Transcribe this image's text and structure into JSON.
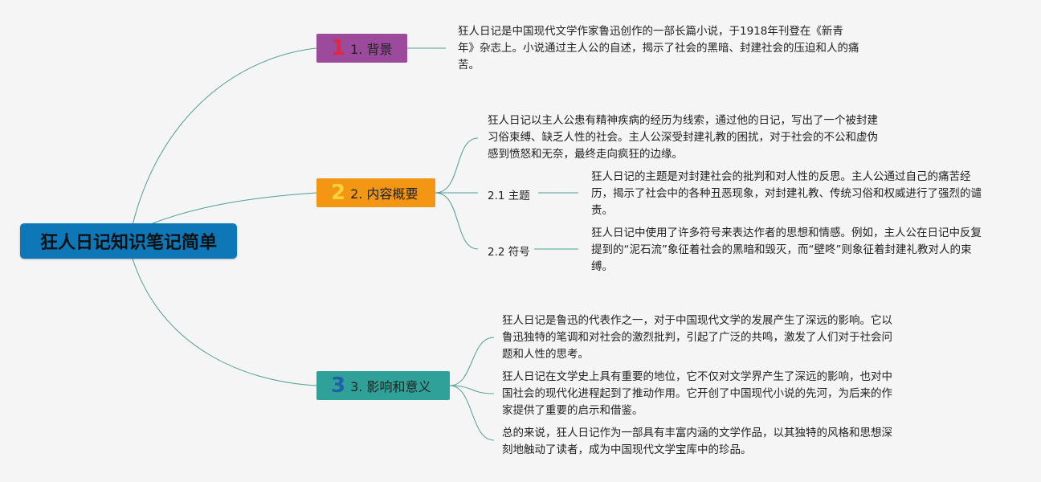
{
  "root": {
    "title": "狂人日记知识笔记简单"
  },
  "branches": [
    {
      "num": "1",
      "label": "1. 背景",
      "texts": [
        "狂人日记是中国现代文学作家鲁迅创作的一部长篇小说，于1918年刊登在《新青年》杂志上。小说通过主人公的自述，揭示了社会的黑暗、封建社会的压迫和人的痛苦。"
      ]
    },
    {
      "num": "2",
      "label": "2. 内容概要",
      "texts": [
        "狂人日记以主人公患有精神疾病的经历为线索，通过他的日记，写出了一个被封建习俗束缚、缺乏人性的社会。主人公深受封建礼教的困扰，对于社会的不公和虚伪感到愤怒和无奈，最终走向疯狂的边缘。"
      ],
      "subs": [
        {
          "label": "2.1 主题",
          "text": "狂人日记的主题是对封建社会的批判和对人性的反思。主人公通过自己的痛苦经历，揭示了社会中的各种丑恶现象，对封建礼教、传统习俗和权威进行了强烈的谴责。"
        },
        {
          "label": "2.2 符号",
          "text": "狂人日记中使用了许多符号来表达作者的思想和情感。例如，主人公在日记中反复提到的“泥石流”象征着社会的黑暗和毁灭，而“壁咚”则象征着封建礼教对人的束缚。"
        }
      ]
    },
    {
      "num": "3",
      "label": "3. 影响和意义",
      "texts": [
        "狂人日记是鲁迅的代表作之一，对于中国现代文学的发展产生了深远的影响。它以鲁迅独特的笔调和对社会的激烈批判，引起了广泛的共鸣，激发了人们对于社会问题和人性的思考。",
        "狂人日记在文学史上具有重要的地位，它不仅对文学界产生了深远的影响，也对中国社会的现代化进程起到了推动作用。它开创了中国现代小说的先河，为后来的作家提供了重要的启示和借鉴。",
        "总的来说，狂人日记作为一部具有丰富内涵的文学作品，以其独特的风格和思想深刻地触动了读者，成为中国现代文学宝库中的珍品。"
      ]
    }
  ],
  "colors": {
    "root": "#0d77b8",
    "branch1": "#9b4a9c",
    "branch2": "#f39614",
    "branch3": "#2fa199",
    "link": "#4e9e94"
  }
}
